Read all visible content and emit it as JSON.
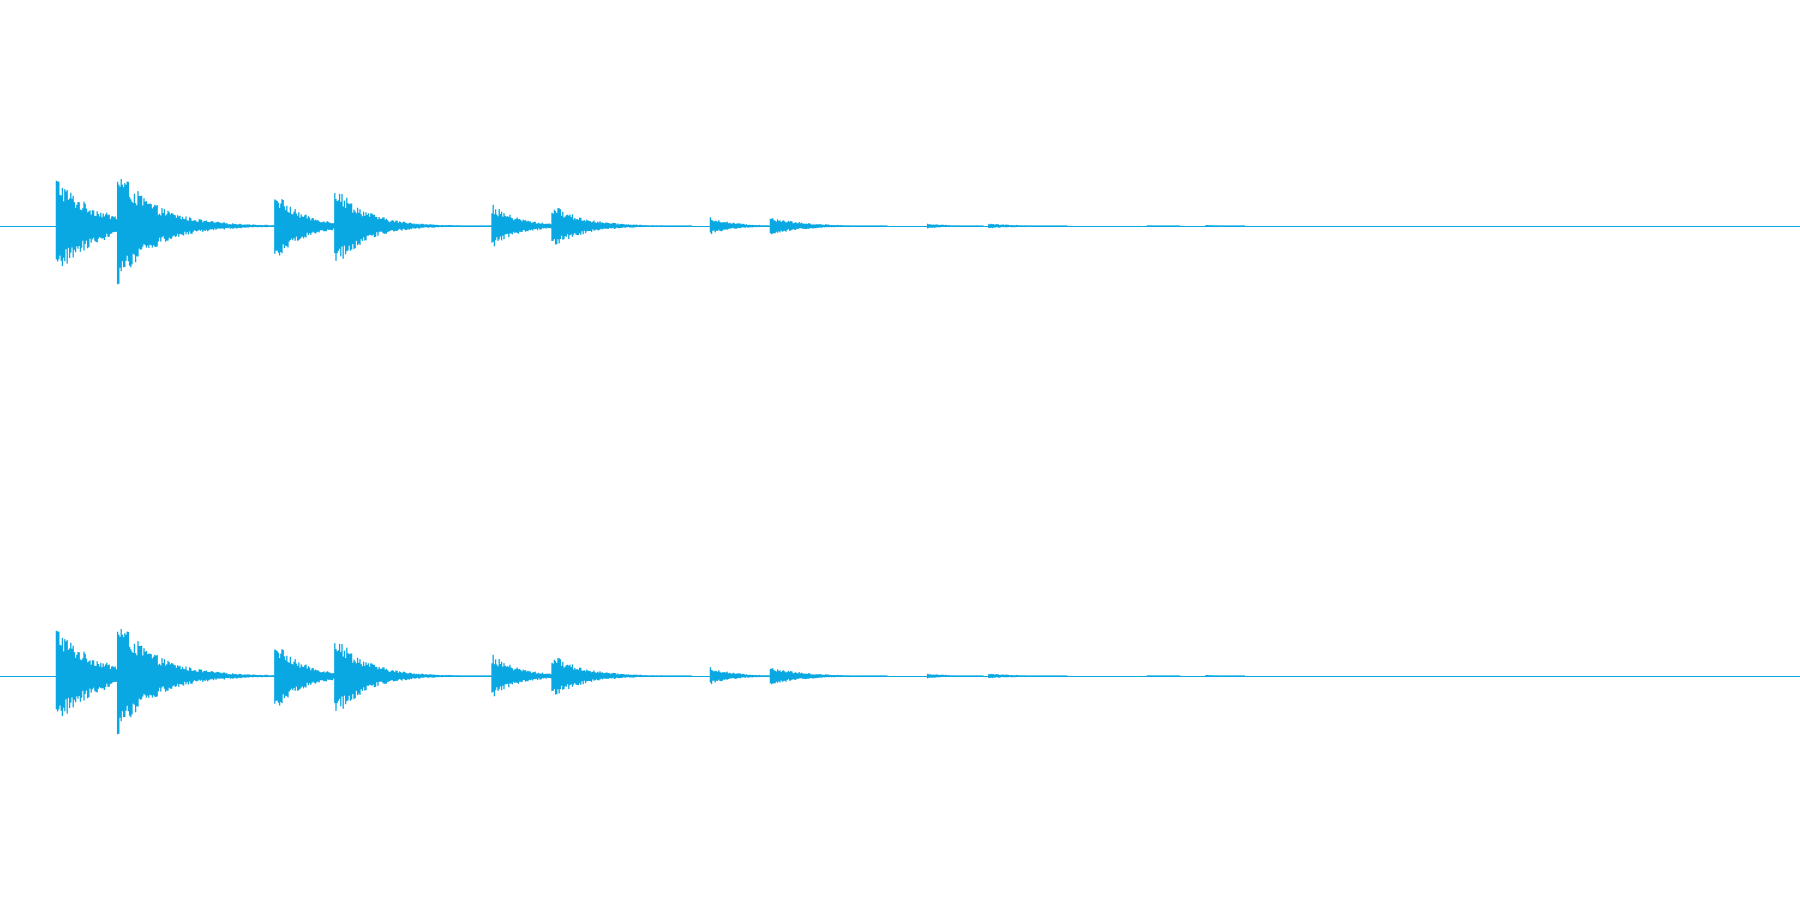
{
  "chart_data": {
    "type": "area",
    "title": "",
    "xlabel": "",
    "ylabel": "",
    "grid": false,
    "legend": "none",
    "color": "#0aa8e2",
    "ylim": [
      -1,
      1
    ],
    "channels": [
      {
        "id": "channel-1"
      },
      {
        "id": "channel-2"
      }
    ],
    "xlim": [
      0,
      1
    ],
    "bursts": [
      {
        "onset": 0.0313,
        "peak": 0.51,
        "decay": 0.0205
      },
      {
        "onset": 0.065,
        "peak": 0.5,
        "decay": 0.021
      },
      {
        "onset": 0.152,
        "peak": 0.36,
        "decay": 0.015
      },
      {
        "onset": 0.1855,
        "peak": 0.4,
        "decay": 0.017
      },
      {
        "onset": 0.273,
        "peak": 0.22,
        "decay": 0.015
      },
      {
        "onset": 0.3065,
        "peak": 0.2,
        "decay": 0.0175
      },
      {
        "onset": 0.3945,
        "peak": 0.09,
        "decay": 0.013
      },
      {
        "onset": 0.428,
        "peak": 0.09,
        "decay": 0.018
      },
      {
        "onset": 0.515,
        "peak": 0.026,
        "decay": 0.013
      },
      {
        "onset": 0.549,
        "peak": 0.022,
        "decay": 0.02
      },
      {
        "onset": 0.637,
        "peak": 0.01,
        "decay": 0.013
      },
      {
        "onset": 0.67,
        "peak": 0.01,
        "decay": 0.015
      }
    ]
  }
}
